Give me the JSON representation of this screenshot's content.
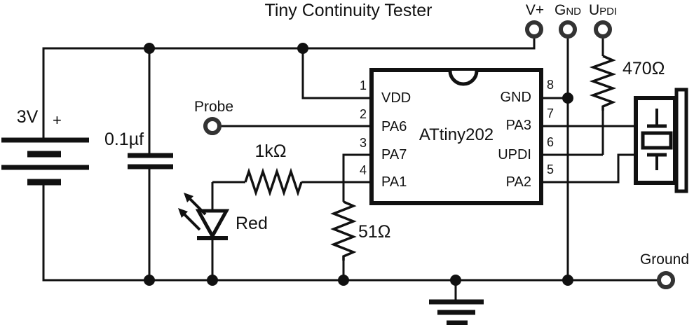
{
  "title": "Tiny Continuity Tester",
  "terminals": {
    "vplus": "V+",
    "gnd_big": "G",
    "gnd_small": "ND",
    "updi_big": "U",
    "updi_small": "PDI",
    "probe": "Probe",
    "ground": "Ground"
  },
  "components": {
    "battery_voltage": "3V",
    "battery_polarity": "+",
    "capacitor_value": "0.1µf",
    "resistor_led": "1kΩ",
    "resistor_probe": "51Ω",
    "resistor_updi": "470Ω",
    "led_color": "Red"
  },
  "ic": {
    "name": "ATtiny202",
    "left_pins": [
      {
        "num": "1",
        "name": "VDD"
      },
      {
        "num": "2",
        "name": "PA6"
      },
      {
        "num": "3",
        "name": "PA7"
      },
      {
        "num": "4",
        "name": "PA1"
      }
    ],
    "right_pins": [
      {
        "num": "8",
        "name": "GND"
      },
      {
        "num": "7",
        "name": "PA3"
      },
      {
        "num": "6",
        "name": "UPDI"
      },
      {
        "num": "5",
        "name": "PA2"
      }
    ]
  },
  "colors": {
    "line": "#111111",
    "background": "#ffffff"
  }
}
